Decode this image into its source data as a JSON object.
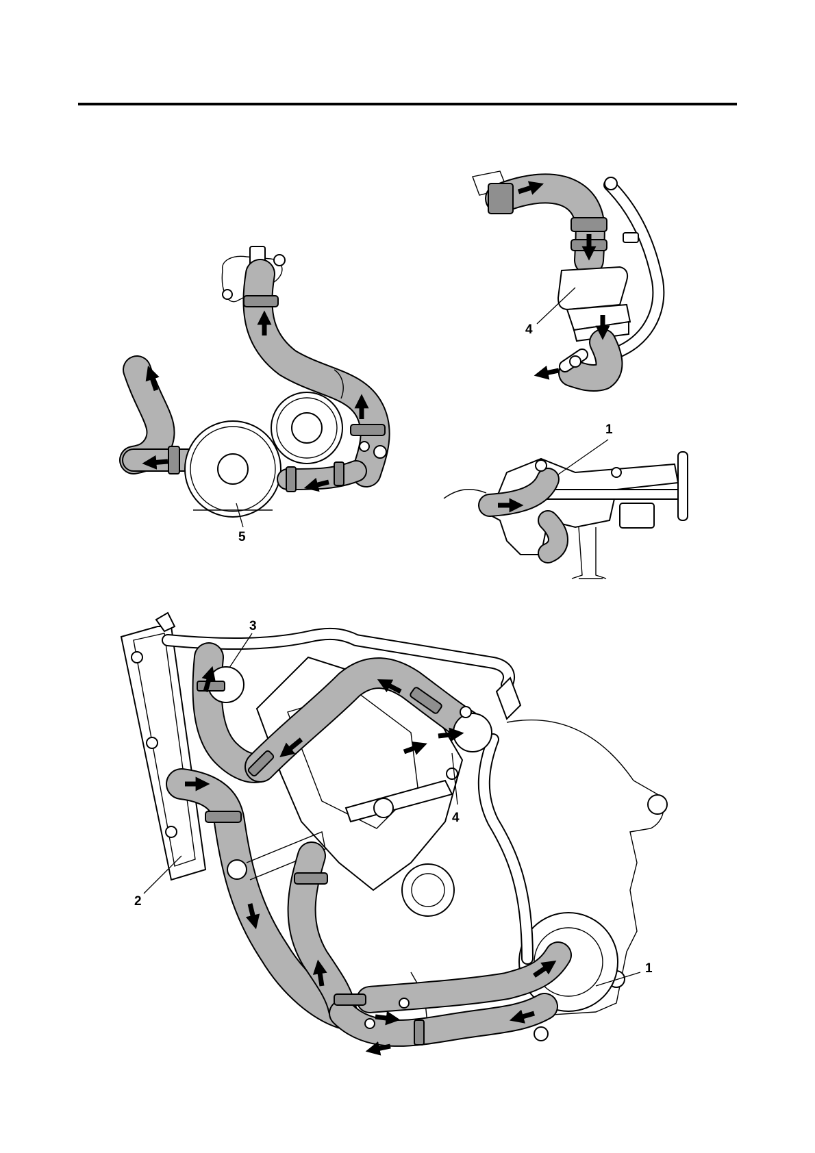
{
  "colors": {
    "hose_fill": "#b3b3b3",
    "outline": "#000000",
    "background": "#ffffff"
  },
  "callouts": {
    "upper_left_5": "5",
    "upper_right_4": "4",
    "middle_right_1": "1",
    "main_3": "3",
    "main_2": "2",
    "main_4": "4",
    "main_1": "1"
  }
}
